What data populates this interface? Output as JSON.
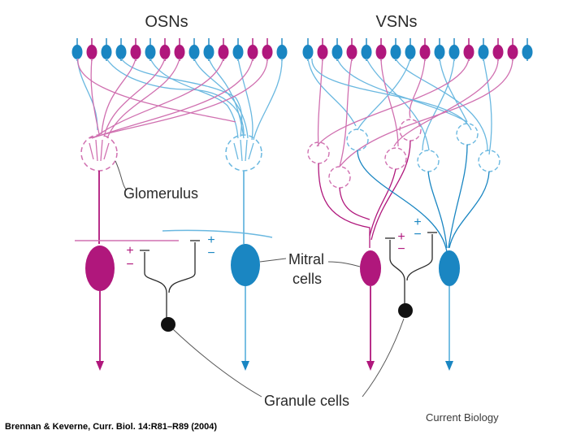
{
  "titles": {
    "left": "OSNs",
    "right": "VSNs"
  },
  "labels": {
    "glomerulus": "Glomerulus",
    "mitral_line1": "Mitral",
    "mitral_line2": "cells",
    "granule": "Granule cells"
  },
  "symbols": {
    "plus": "+",
    "minus": "−"
  },
  "credit": "Current Biology",
  "citation": "Brennan & Keverne, Curr. Biol. 14:R81–R89 (2004)",
  "colors": {
    "magenta": "#b0177c",
    "blue": "#1a86c2",
    "light_magenta": "#d070b0",
    "light_blue": "#6ab8e0",
    "ink": "#2a2a2a",
    "granule": "#111111"
  },
  "sensor_colors": {
    "osn": [
      "b",
      "m",
      "b",
      "b",
      "m",
      "b",
      "m",
      "m",
      "b",
      "b",
      "m",
      "b",
      "m",
      "m",
      "b"
    ],
    "vsn": [
      "b",
      "m",
      "b",
      "m",
      "b",
      "m",
      "b",
      "b",
      "m",
      "b",
      "b",
      "m",
      "b",
      "m",
      "m",
      "b"
    ]
  }
}
